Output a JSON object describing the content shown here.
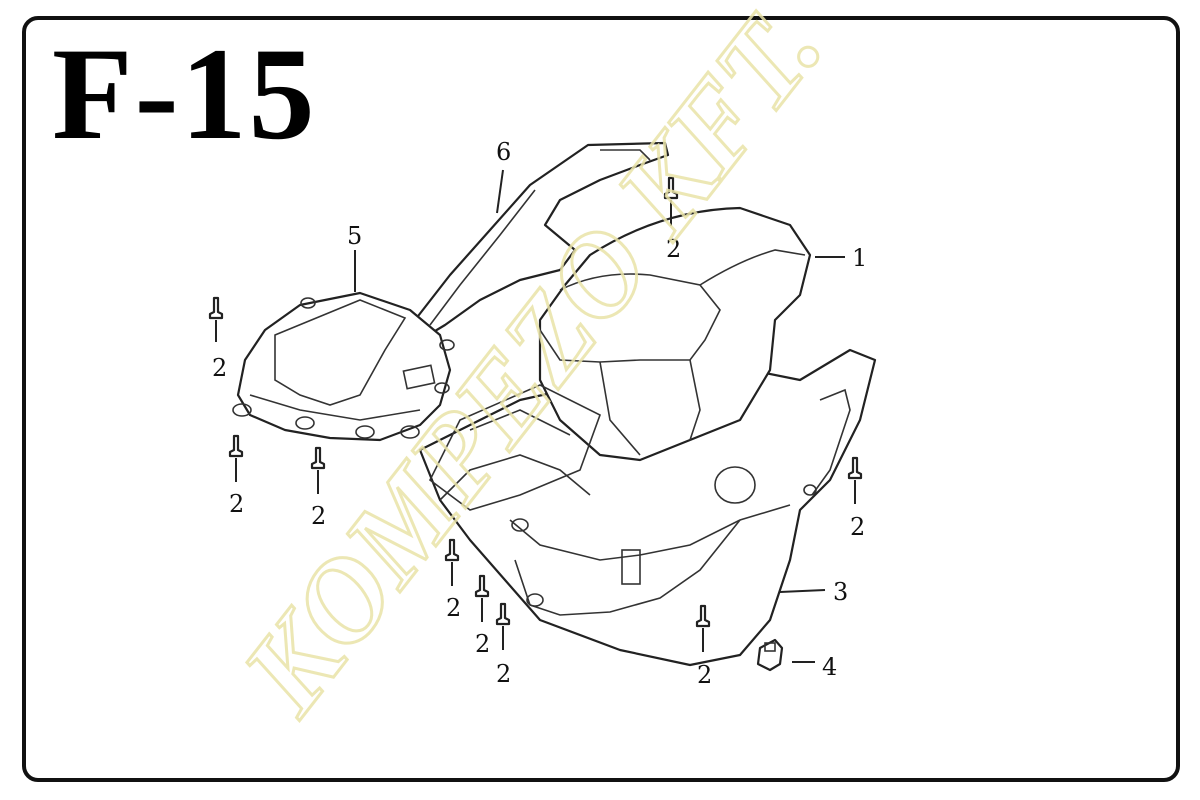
{
  "sheet": {
    "title": "F-15",
    "watermark": "KOMPEZO KFT."
  },
  "callouts": {
    "part_1": "1",
    "part_3": "3",
    "part_4": "4",
    "part_5": "5",
    "part_6": "6",
    "screw": "2"
  }
}
